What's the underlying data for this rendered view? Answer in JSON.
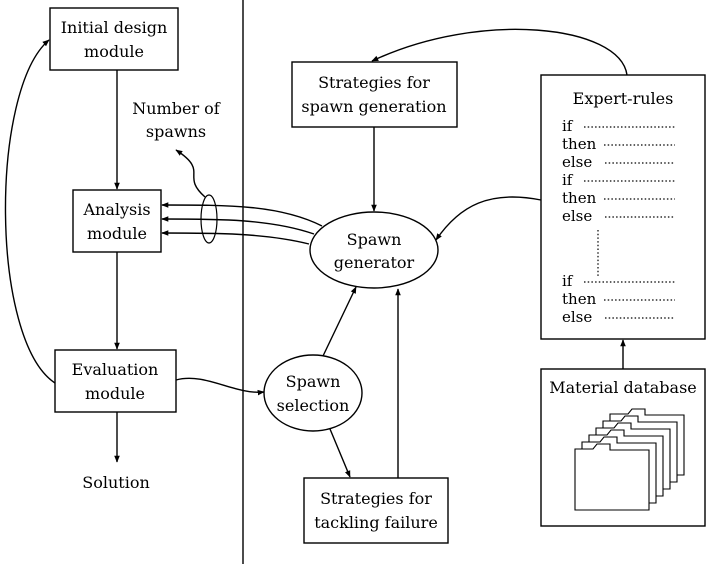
{
  "nodes": {
    "initial_design": [
      "Initial design",
      "module"
    ],
    "analysis": [
      "Analysis",
      "module"
    ],
    "evaluation": [
      "Evaluation",
      "module"
    ],
    "solution": "Solution",
    "number_of_spawns": [
      "Number of",
      "spawns"
    ],
    "strategies_spawn": [
      "Strategies for",
      "spawn generation"
    ],
    "spawn_generator": [
      "Spawn",
      "generator"
    ],
    "spawn_selection": [
      "Spawn",
      "selection"
    ],
    "strategies_failure": [
      "Strategies for",
      "tackling failure"
    ],
    "expert_rules": "Expert-rules",
    "material_database": "Material database"
  },
  "rules": {
    "group1": [
      "if",
      "then",
      "else",
      "if",
      "then",
      "else"
    ],
    "group2": [
      "if",
      "then",
      "else"
    ]
  }
}
